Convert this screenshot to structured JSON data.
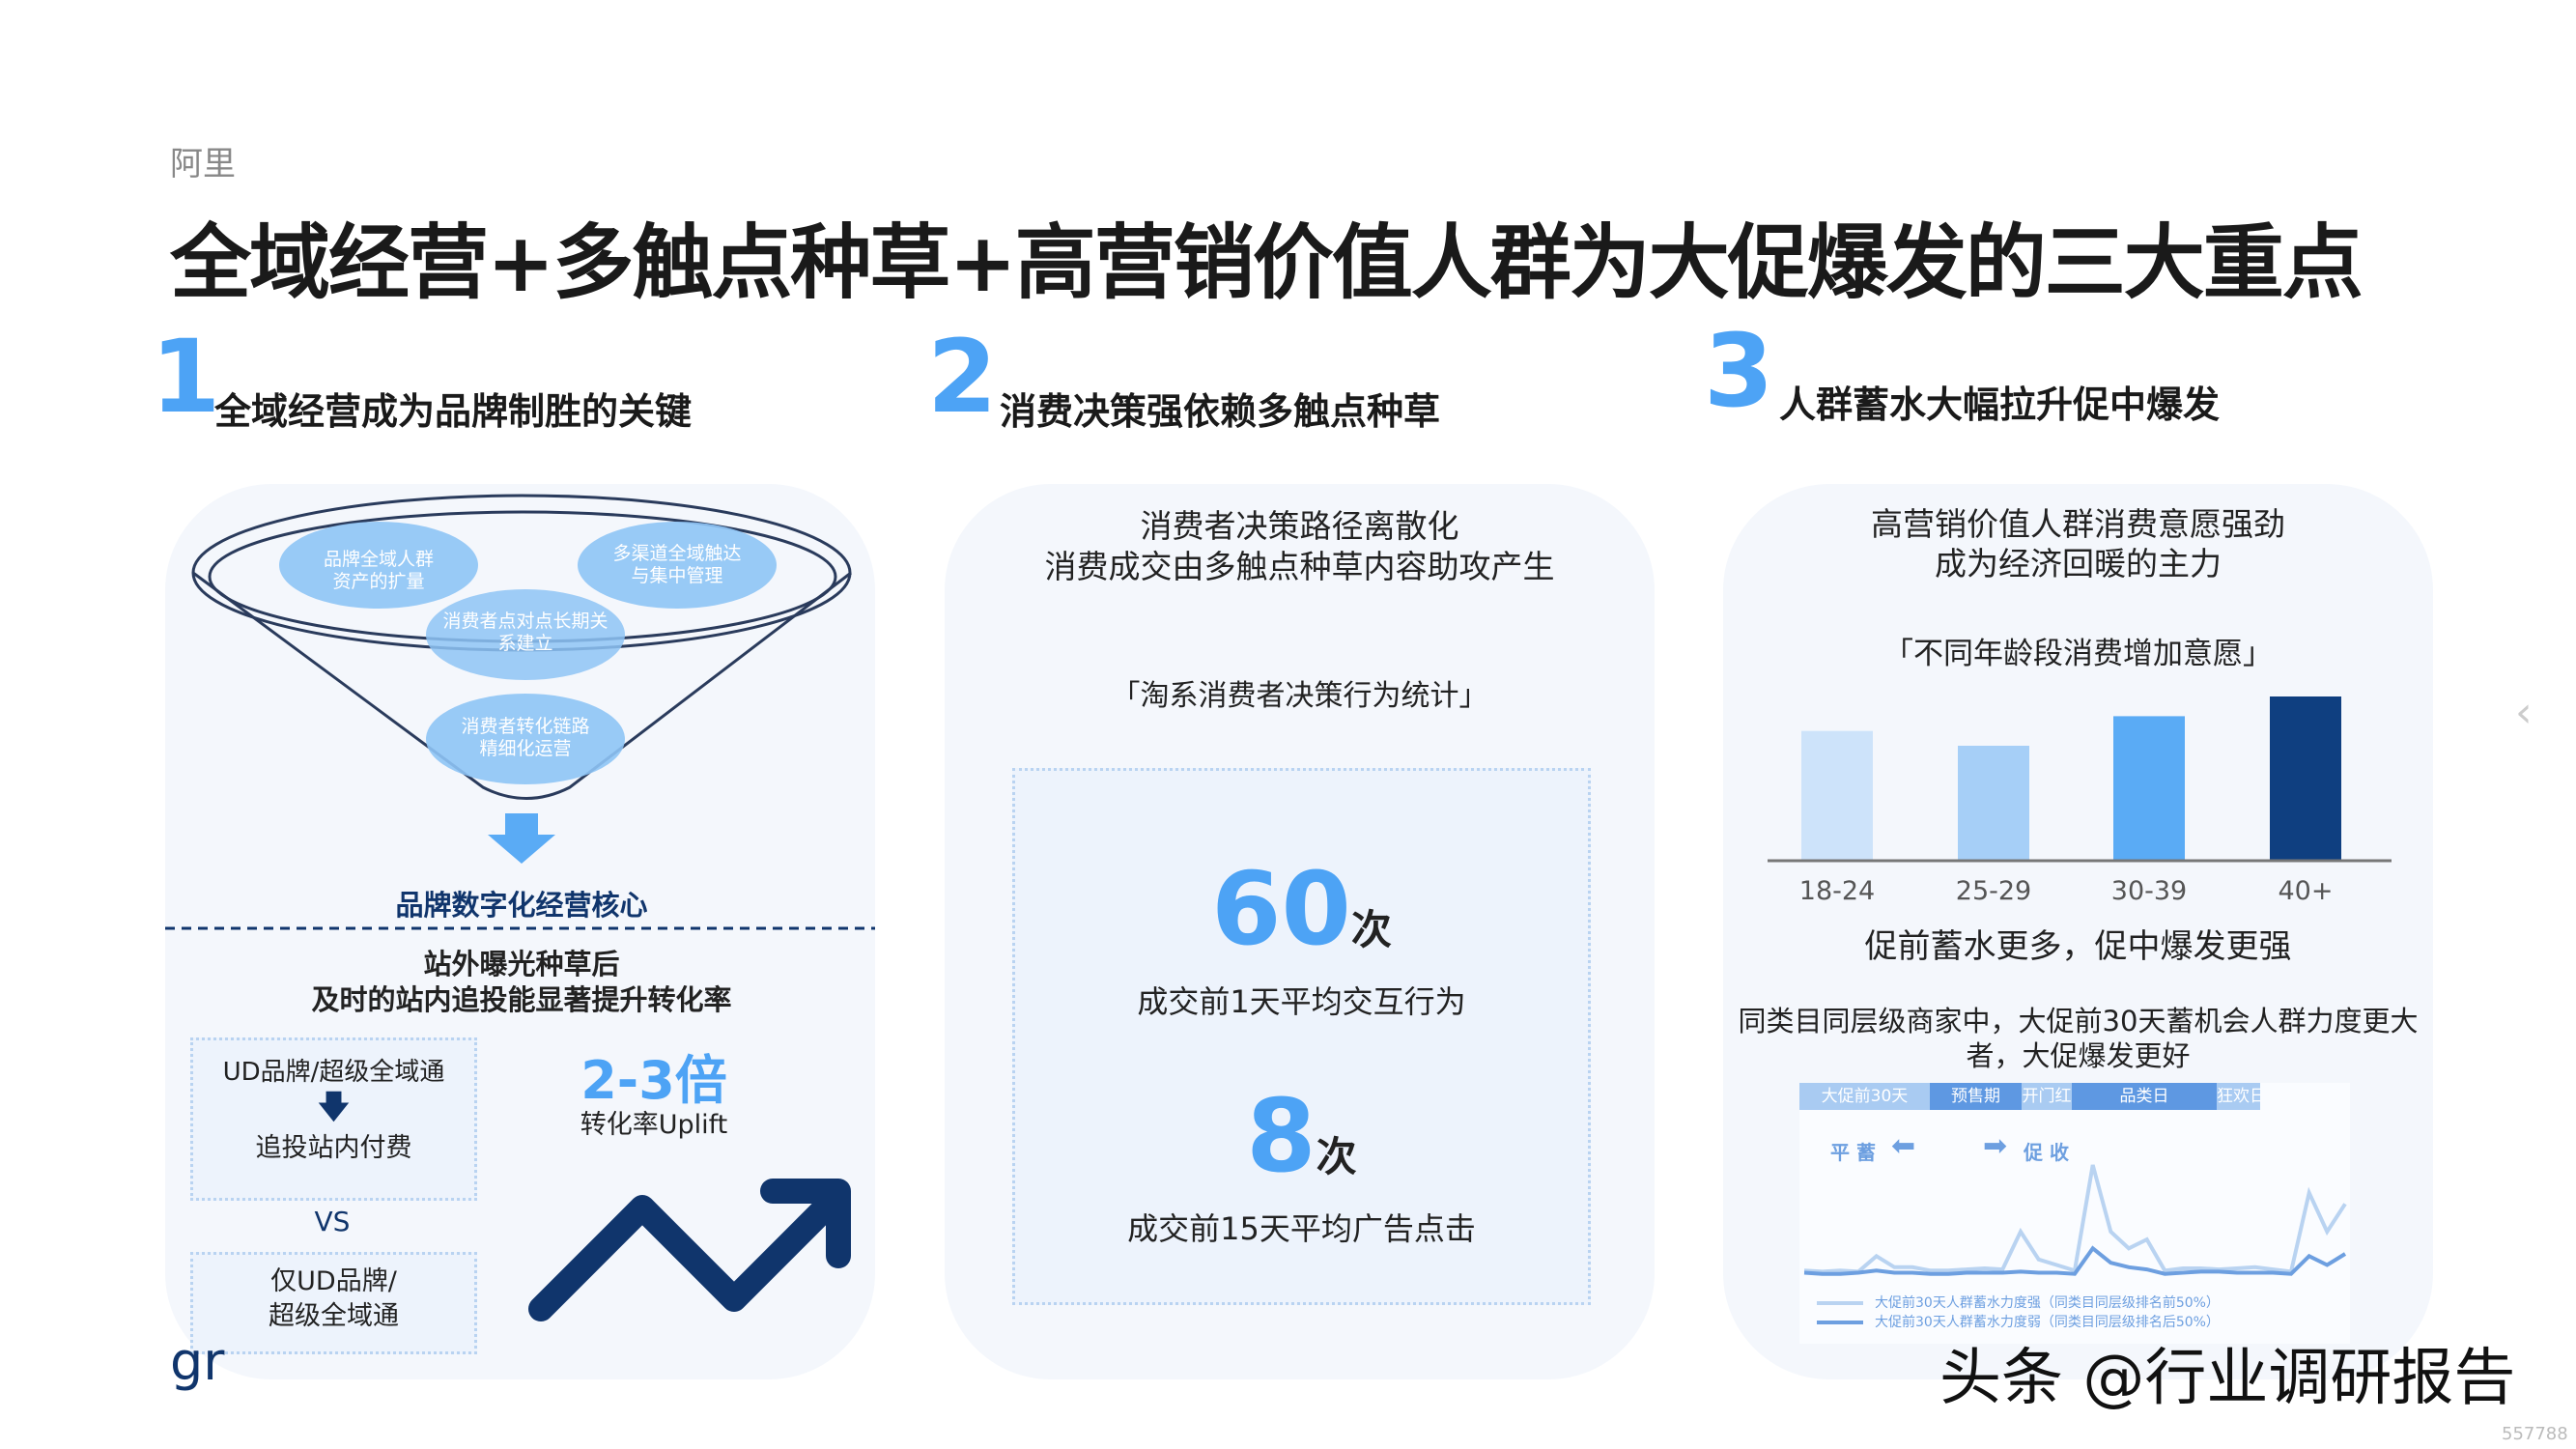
{
  "header": {
    "brand": "阿里",
    "title": "全域经营+多触点种草+高营销价值人群为大促爆发的三大重点"
  },
  "sections": [
    {
      "number": "1",
      "label": "全域经营成为品牌制胜的关键"
    },
    {
      "number": "2",
      "label": "消费决策强依赖多触点种草"
    },
    {
      "number": "3",
      "label": "人群蓄水大幅拉升促中爆发"
    }
  ],
  "panel1": {
    "funnel": [
      "品牌全域人群资产的扩量",
      "多渠道全域触达与集中管理",
      "消费者点对点长期关系建立",
      "消费者转化链路精细化运营"
    ],
    "funnel_lines": [
      [
        "品牌全域人群",
        "资产的扩量"
      ],
      [
        "多渠道全域触达",
        "与集中管理"
      ],
      [
        "消费者点对点长期关",
        "系建立"
      ],
      [
        "消费者转化链路",
        "精细化运营"
      ]
    ],
    "core": "品牌数字化经营核心",
    "statement1": "站外曝光种草后",
    "statement2": "及时的站内追投能显著提升转化率",
    "box1_top": "UD品牌/超级全域通",
    "box1_bottom": "追投站内付费",
    "vs": "VS",
    "box2_line1": "仅UD品牌/",
    "box2_line2": "超级全域通",
    "multiplier": "2-3倍",
    "multiplier_label": "转化率Uplift",
    "logo_fragment": "gr"
  },
  "panel2": {
    "heading1": "消费者决策路径离散化",
    "heading2": "消费成交由多触点种草内容助攻产生",
    "subtitle": "「淘系消费者决策行为统计」",
    "stat1_value": "60",
    "stat1_unit": "次",
    "stat1_label": "成交前1天平均交互行为",
    "stat2_value": "8",
    "stat2_unit": "次",
    "stat2_label": "成交前15天平均广告点击"
  },
  "panel3": {
    "heading1": "高营销价值人群消费意愿强劲",
    "heading2": "成为经济回暖的主力",
    "caption": "促前蓄水更多，促中爆发更强",
    "note1": "同类目同层级商家中，大促前30天蓄机会人群力度更大",
    "note2": "者，大促爆发更好",
    "line_chart": {
      "phases": [
        "大促前30天",
        "预售期",
        "开门红",
        "品类日",
        "狂欢日"
      ],
      "left_label": "平 蓄",
      "right_label": "促 收",
      "legend": [
        "大促前30天人群蓄水力度强（同类目同层级排名前50%）",
        "大促前30天人群蓄水力度弱（同类目同层级排名后50%）"
      ],
      "series_strong": [
        5,
        4,
        5,
        4,
        18,
        8,
        8,
        5,
        5,
        6,
        7,
        6,
        40,
        15,
        10,
        5,
        100,
        40,
        25,
        33,
        5,
        7,
        7,
        6,
        7,
        8,
        6,
        4,
        75,
        40,
        65
      ],
      "series_weak": [
        3,
        2,
        2,
        3,
        5,
        3,
        3,
        2,
        2,
        3,
        3,
        3,
        4,
        3,
        3,
        2,
        25,
        12,
        8,
        6,
        2,
        3,
        4,
        4,
        3,
        3,
        3,
        2,
        18,
        10,
        20
      ],
      "colors": {
        "strong": "#b9d3f1",
        "weak": "#6d9fe0"
      }
    }
  },
  "chart_data": {
    "type": "bar",
    "title": "「不同年龄段消费增加意愿」",
    "categories": [
      "18-24",
      "25-29",
      "30-39",
      "40+"
    ],
    "values": [
      79,
      70,
      88,
      100
    ],
    "ylim": [
      0,
      100
    ],
    "grid": false,
    "colors": [
      "#cde3fa",
      "#a6cff7",
      "#5aabf5",
      "#0f3f80"
    ]
  },
  "watermark": "头条 @行业调研报告",
  "corner_number": "557788",
  "colors": {
    "accent": "#4da3f5",
    "navy": "#10356c",
    "panel": "#f4f7fc"
  }
}
